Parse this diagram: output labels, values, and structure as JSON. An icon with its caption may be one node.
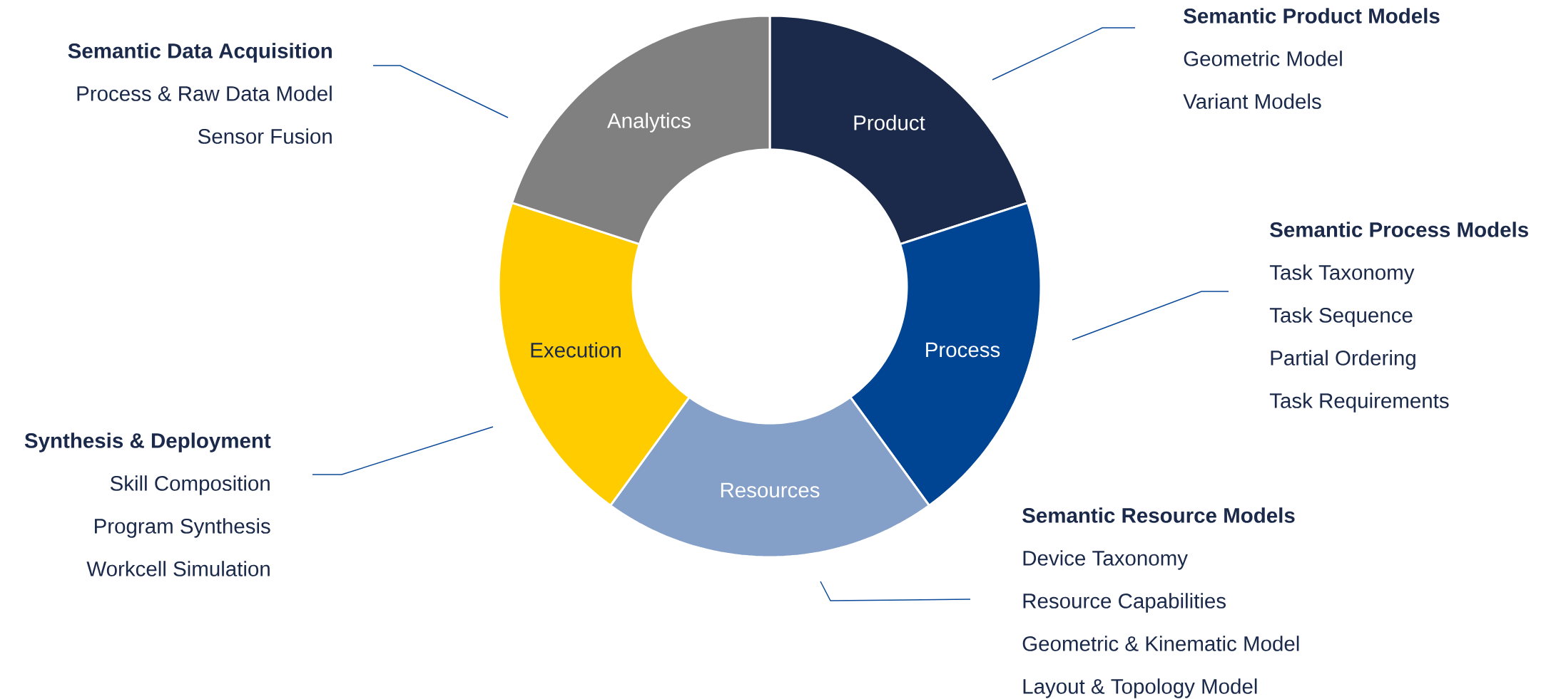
{
  "diagram": {
    "nodes": [
      {
        "text": [
          "Product"
        ]
      },
      {
        "text": [
          "Process"
        ]
      },
      {
        "text": [
          "Resources"
        ]
      },
      {
        "text": [
          "Execution"
        ]
      },
      {
        "text": [
          "Analytics"
        ]
      },
      {
        "text": [
          "Semantic Data Acquisition",
          "Process & Raw Data Model",
          "Sensor Fusion"
        ]
      },
      {
        "text": [
          "Semantic Product Models",
          "Geometric Model",
          "Variant Models"
        ]
      },
      {
        "text": [
          "Semantic Process Models",
          "Task Taxonomy",
          "Task Sequence",
          "Partial Ordering",
          "Task Requirements"
        ]
      },
      {
        "text": [
          "Semantic Resource Models",
          "Device Taxonomy",
          "Resource Capabilities",
          "Geometric & Kinematic Model",
          "Layout & Topology Model"
        ]
      },
      {
        "text": [
          "Synthesis & Deployment",
          "Skill Composition",
          "Program Synthesis",
          "Workcell Simulation"
        ]
      }
    ],
    "edges": [
      {
        "from": 5,
        "to": 4,
        "arrow": "none"
      },
      {
        "from": 6,
        "to": 0,
        "arrow": "none"
      },
      {
        "from": 7,
        "to": 1,
        "arrow": "none"
      },
      {
        "from": 8,
        "to": 2,
        "arrow": "none"
      },
      {
        "from": 9,
        "to": 3,
        "arrow": "none"
      }
    ]
  }
}
